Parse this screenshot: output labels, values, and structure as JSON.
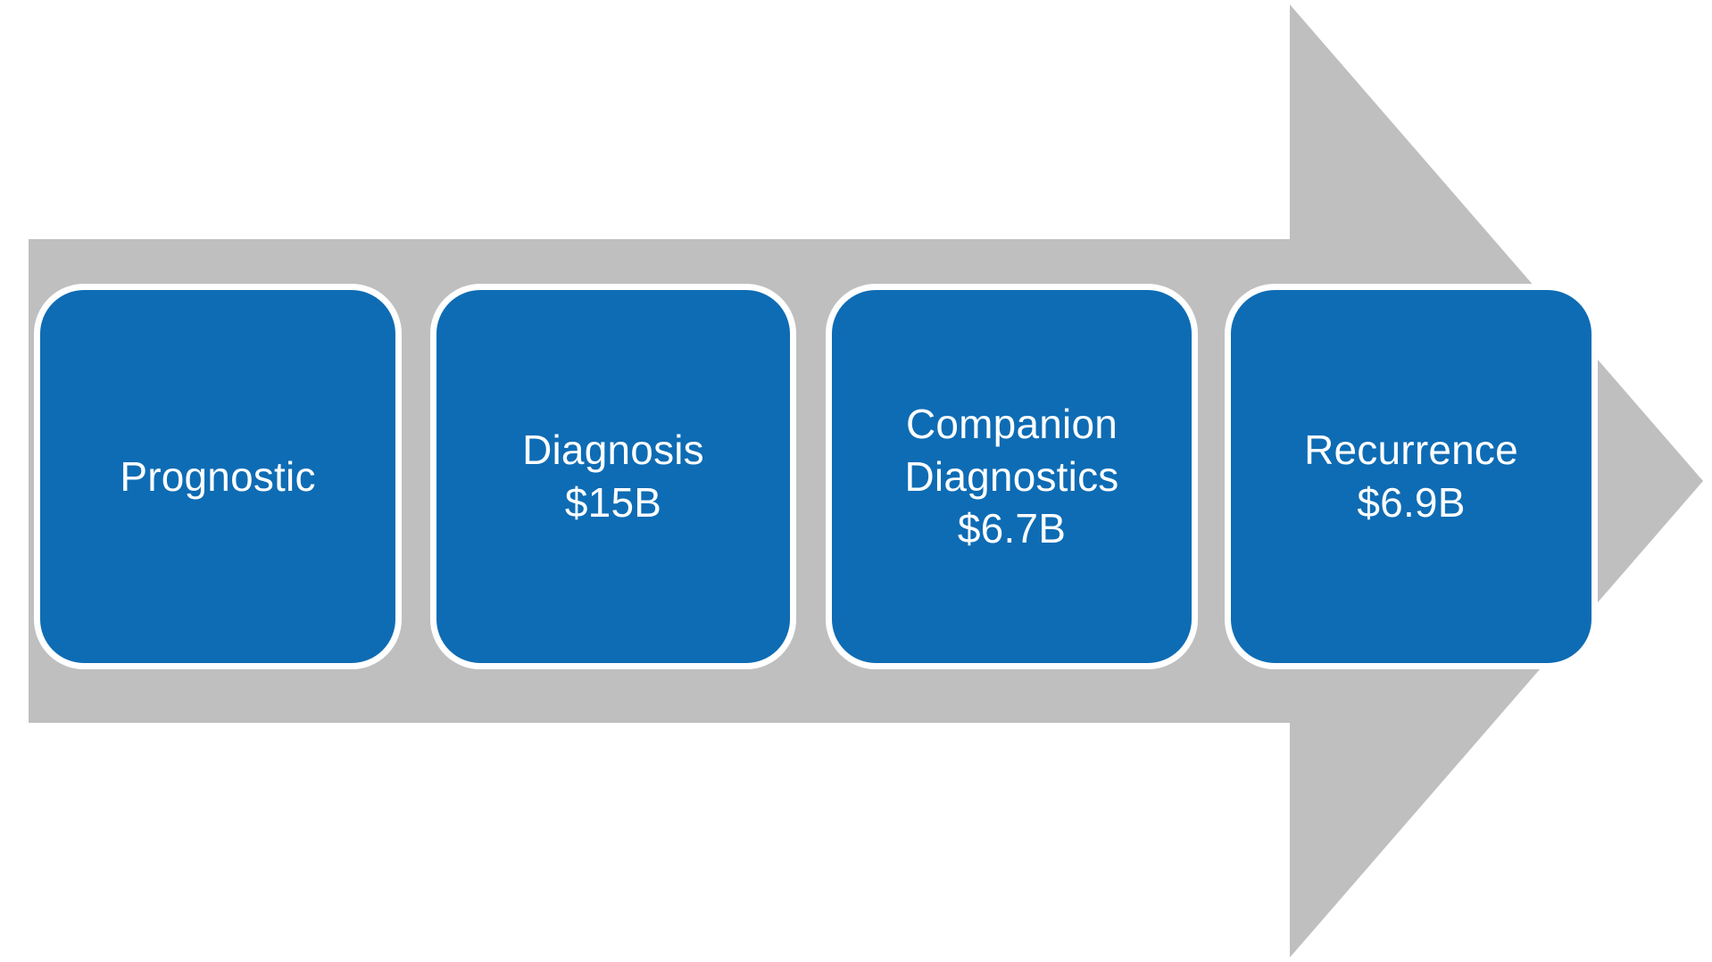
{
  "diagram": {
    "type": "process-arrow",
    "orientation": "left-to-right",
    "background_color": "#FFFFFF",
    "arrow_color": "#BFBFBF",
    "box_color": "#0E6CB4",
    "box_border_color": "#FFFFFF",
    "text_color": "#FFFFFF",
    "stages": [
      {
        "id": "prognostic",
        "title": "Prognostic",
        "value": "",
        "label": "Prognostic"
      },
      {
        "id": "diagnosis",
        "title": "Diagnosis",
        "value": "$15B",
        "label": "Diagnosis\n$15B"
      },
      {
        "id": "companion-diagnostics",
        "title": "Companion Diagnostics",
        "value": "$6.7B",
        "label": "Companion\nDiagnostics\n$6.7B"
      },
      {
        "id": "recurrence",
        "title": "Recurrence",
        "value": "$6.9B",
        "label": "Recurrence\n$6.9B"
      }
    ]
  }
}
